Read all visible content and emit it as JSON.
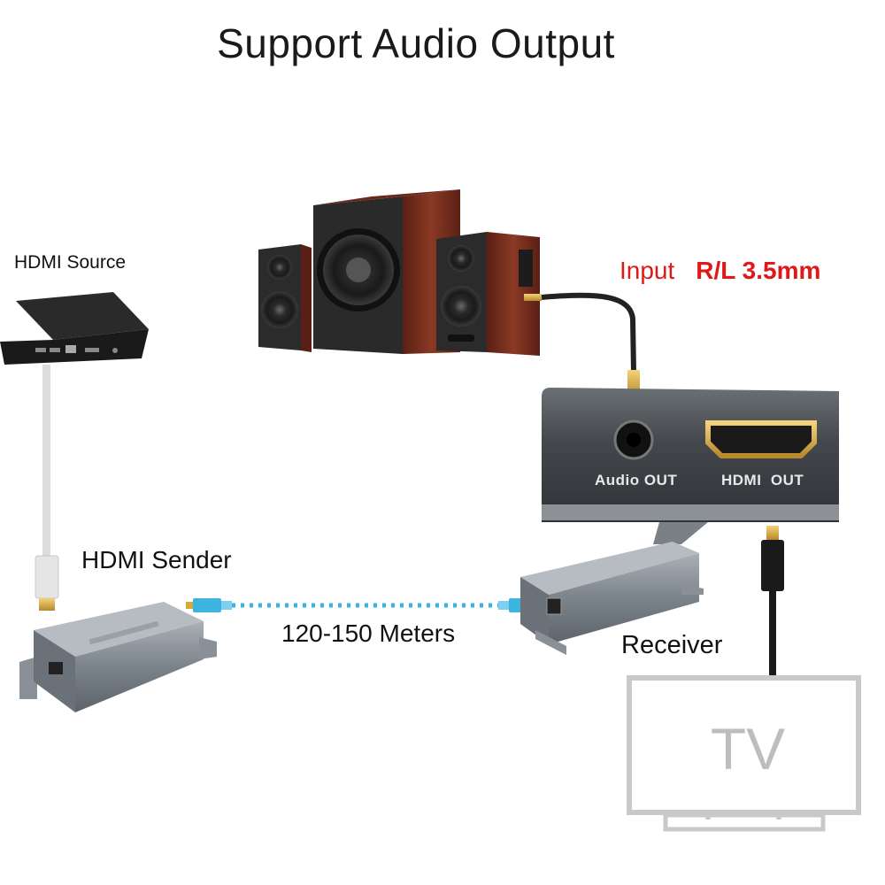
{
  "title": "Support Audio Output",
  "labels": {
    "hdmi_source": "HDMI Source",
    "hdmi_sender": "HDMI Sender",
    "distance": "120-150 Meters",
    "receiver": "Receiver",
    "input_prefix": "Input",
    "input_spec": "R/L 3.5mm",
    "audio_out": "Audio OUT",
    "hdmi_out": "HDMI  OUT",
    "tv": "TV"
  },
  "colors": {
    "input_label": "#e01818",
    "network_cable": "#3cb4e0",
    "speaker_wood": "#7a2e1e",
    "device_body": "#7c848c",
    "panel": "#3f4347"
  },
  "icons": [
    "speaker-system-icon",
    "media-box-icon",
    "hdmi-plug-icon",
    "rj45-connector-icon",
    "tv-outline-icon",
    "audio-jack-icon"
  ]
}
